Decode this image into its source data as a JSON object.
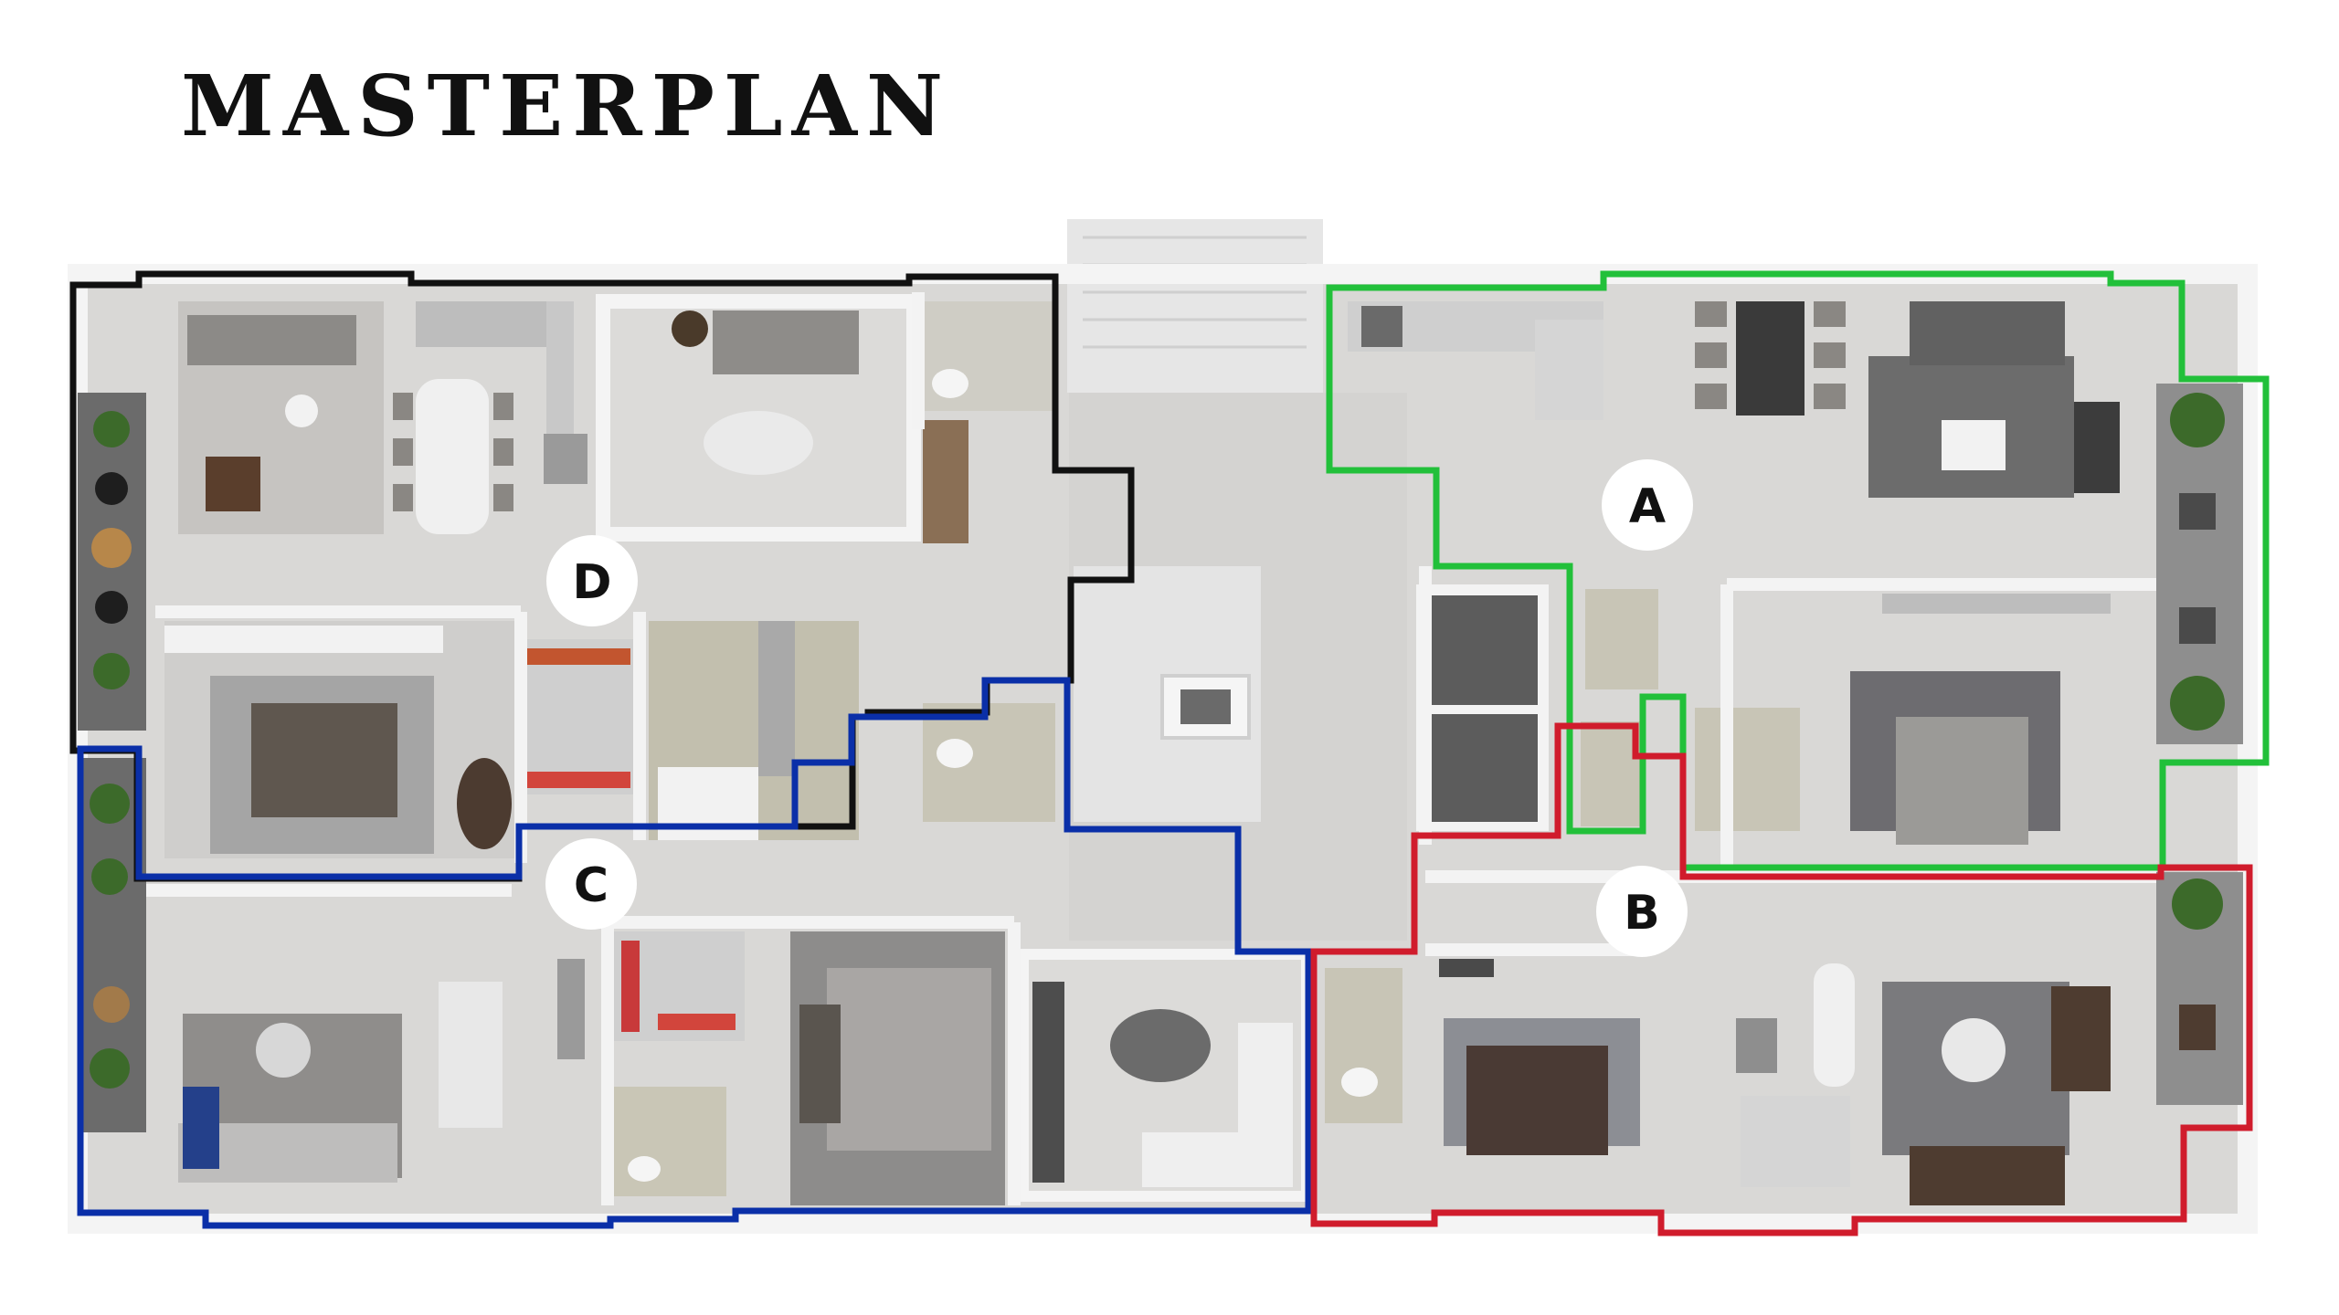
{
  "page": {
    "title": "MASTERPLAN"
  },
  "units": [
    {
      "id": "A",
      "label": "A",
      "outline_color": "#22c03a"
    },
    {
      "id": "B",
      "label": "B",
      "outline_color": "#d01c2c"
    },
    {
      "id": "C",
      "label": "C",
      "outline_color": "#0a2fa8"
    },
    {
      "id": "D",
      "label": "D",
      "outline_color": "#111111"
    }
  ],
  "colors": {
    "floor": "#dcdad7",
    "wall": "#f4f4f4",
    "bath_tile": "#bfbba9",
    "rug_dark": "#6e6b6b",
    "furniture_dark": "#4a3f36",
    "planter_green": "#3c6a2a"
  }
}
